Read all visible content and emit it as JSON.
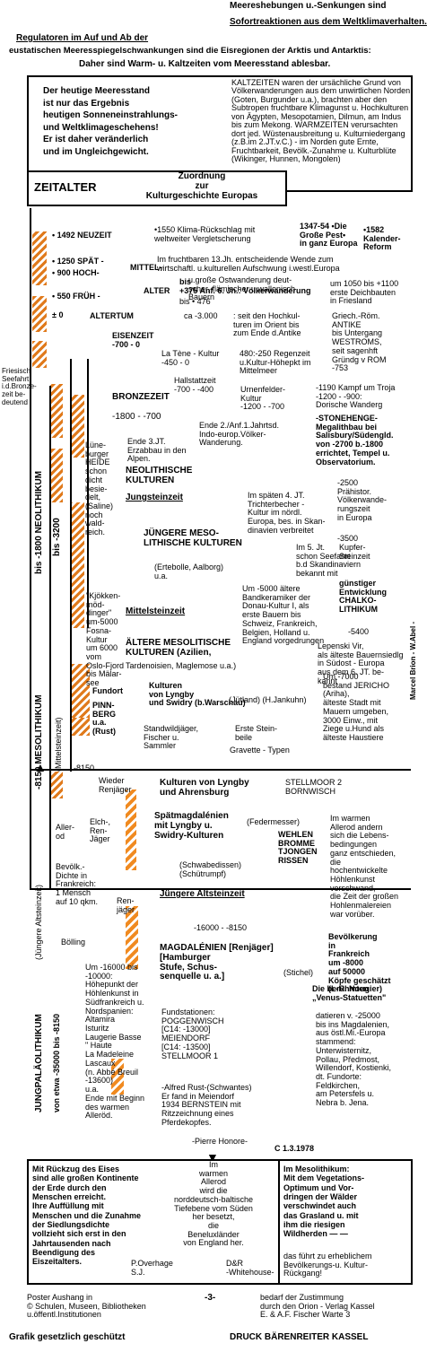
{
  "header": {
    "right_title": "Meereshebungen u.-Senkungen sind",
    "right_title2": "Sofortreaktionen aus dem Weltklimaverhalten.",
    "left_title": "Regulatoren im Auf und Ab der",
    "line2": "eustatischen Meeresspiegelschwankungen sind die Eisregionen der Arktis und Antarktis:",
    "line3": "Daher sind Warm- u. Kaltzeiten vom Meeresstand ablesbar."
  },
  "intro": {
    "left": "Der heutige Meeresstand\nist nur das Ergebnis\nheutigen Sonneneinstrahlungs-\nund Weltklimageschehens!\nEr ist daher veränderlich\nund im Ungleichgewicht.",
    "right": "KALTZEITEN waren der ursächliche Grund von Völkerwanderungen aus dem unwirtlichen Norden (Goten, Burgunder u.a.), brachten aber den Subtropen fruchtbare Klimagunst u. Hochkulturen von Ägypten, Mesopotamien, Dilmun, am Indus bis zum Mekong. WARMZEITEN verursachten dort jed. Wüstenausbreitung u. Kulturniedergang (z.B.im 2.JT.v.C.) - im Norden gute Ernte, Fruchtbarkeit, Bevölk.-Zunahme u. Kulturblüte (Wikinger, Hunnen, Mongolen)"
  },
  "zeitalter": {
    "label": "ZEITALTER",
    "zuordnung": "Zuordnung\nzur\nKulturgeschichte Europas"
  },
  "timeline": {
    "neuzeit": "• 1492 NEUZEIT",
    "spaet": "• 1250 SPÄT -",
    "hoch": "• 900 HOCH-",
    "mittel": "MITTEL-",
    "alter": "ALTER",
    "frueh": "• 550 FRÜH -",
    "null": "± 0",
    "altertum": "ALTERTUM",
    "bis476": "bis • 476",
    "ca3000": "ca -3.000",
    "eisenzeit": "EISENZEIT\n-700 - 0",
    "bronzezeit": "BRONZEZEIT",
    "bronze_dates": "-1800 - -700",
    "neolith": "NEOLITHISCHE\nKULTUREN",
    "jungstein": "Jungsteinzeit",
    "mesolith": "JÜNGERE MESO-\nLITHISCHE KULTUREN",
    "ertebolle": "(Ertebolle, Aalborg)\nu.a.",
    "mittelstein": "Mittelsteinzeit",
    "aeltere_meso": "ÄLTERE MESOLITISCHE\nKULTUREN (Azilien,",
    "tardenoisien": "Tardenoisien, Maglemose u.a.)",
    "lyngby": "Kulturen\nvon Lyngby\nund Swidry (b.Warschau)",
    "juetland": "(Jütland)   (H.Jankuhn)",
    "standwild": "Standwildjäger,\nFischer u.\nSammler",
    "erste_stein": "Erste Stein-\nbeile",
    "gravette": "Gravette - Typen",
    "m8150": "-8150",
    "wieder": "Wieder\nRenjäger",
    "lyngby2": "Kulturen von Lyngby\nund Ahrensburg",
    "stellmoor2": "STELLMOOR 2\nBORNWISCH",
    "spaetmag": "Spätmagdalénien\nmit Lyngby u.\nSwidry-Kulturen",
    "federmesser": "(Federmesser)",
    "wehlen": "WEHLEN\nBROMME\nTJONGEN\nRISSEN",
    "schwabe": "(Schwabedissen)\n(Schütrumpf)",
    "juengere_alt": "Jüngere Altsteinzeit",
    "magdalenien_dates": "-16000 - -8150",
    "magdalenien": "MAGDALÉNIEN [Renjäger]\n[Hamburger\nStufe, Schus-\nsenquelle u. a.]",
    "stichel": "(Stichel)",
    "fundstationen": "Fundstationen:\nPOGGENWISCH\n[C14: -13000]\nMEIENDORF\n[C14: -13500]\nSTELLMOOR 1",
    "rust": "-Alfred Rust-(Schwantes)\nEr fand in Meiendorf\n1934 BERNSTEIN mit\nRitzzeichnung eines\nPferdekopfes.",
    "honore": "-Pierre Honore-",
    "date": "C 1.3.1978"
  },
  "leftcol": {
    "friesisch": "Friesisch\nSeefahrt\ni.d.Bronze-\nzeit be-\ndeutend",
    "lueneburger": "Lüne-\nburger\nHEIDE\nschon\ndicht\nbesie-\ndelt,\n(Saline)\nnoch\nwald-\nreich.",
    "kjoekken": "\"Kjökken-\nmöd-\ndinger\"\num-5000\nFosna-\nKultur\num 6000\nvom\nOslo-Fjord\nbis Mälar-\nsee",
    "fundort": "Fundort",
    "pinnberg": "PINN-\nBERG\nu.a.\n(Rust)",
    "allerod": "Aller-\nod",
    "elch": "Elch-,\nRen-\nJäger",
    "bevoelk": "Bevölk.-\nDichte in\nFrankreich:\n1 Mensch\nauf 10 qkm.",
    "renjaeger": "Ren-\njäger",
    "boelling": "Bölling",
    "hoehlenkunst": "Um -16000 bis\n-10000:\nHöhepunkt der\nHöhlenkunst in\nSüdfrankreich u.\nNordspanien:\nAltamira\nIsturitz\nLaugerie Basse\n\" Haute\nLa Madeleine\nLascaux\n(n. Abbé Breuil\n-13600)\nu.a.\nEnde mit Beginn\ndes warmen\nAlleröd."
  },
  "vertical": {
    "neolithikum": "bis -1800 NEOLITHIKUM",
    "bis3200": "bis -3200",
    "mesolithikum": "-8150 MESOLITHIKUM",
    "mittelsteinzeit": "(Mittelsteinzeit)",
    "jungpalaeo": "JUNGPALÄOLITHIKUM",
    "von35000": "von etwa -35000 bis -8150",
    "juengere_alt": "(Jüngere Altsteinzeit)",
    "abel": "Marcel Brion - W.Abel -"
  },
  "rightcol": {
    "klima_1550": "•1550 Klima-Rückschlag mit\nweltweiter Vergletscherung",
    "pest": "1347-54 •Die\nGroße Pest•\nin ganz Europa",
    "kalender": "•1582\nKalender-\nReform",
    "fruchtbar": "Im fruchtbaren 13.Jh. entscheidende Wende zum\nwirtschaftl. u.kulturellen Aufschwung i.westl.Europa",
    "ostwanderung": "u.große Ostwanderung deut-\nscher, flämischer u.wallonisch\nBauern",
    "deichbauten": "um 1050 bis +1100\nerste Deichbauten\nin Friesland",
    "voelkerwanderung": "bis\n+375 Anf. 6. Jh.: Völkerwanderung",
    "hochkultur": ": seit den Hochkul-\nturen im Orient bis\nzum Ende d.Antike",
    "antike": "Griech.-Röm.\nANTIKE\nbis Untergang\nWESTROMS,\nseit sagenhft\nGründg v ROM\n-753",
    "latene": "La Tène - Kultur\n-450 - 0",
    "regenzeit": "480:-250 Regenzeit\nu.Kultur-Höhepkt im\nMittelmeer",
    "hallstatt": "Hallstattzeit\n-700 - -400",
    "urnenfelder": "Urnenfelder-\nKultur\n-1200 - -700",
    "troja": "-1190 Kampf um Troja\n-1200 - -900:\nDorische Wanderg",
    "stonehenge": "-STONEHENGE-\nMegalithbau bei\nSalisbury/Südengld.\nvon -2700 b.-1800\nerrichtet, Tempel u.\nObservatorium.",
    "ende2jt": "Ende 2./Anf.1.Jahrtsd.\nIndo-europ.Völker-\nWanderung.",
    "ende3jt": "Ende 3.JT.\nErzabbau in den\nAlpen.",
    "prahistor": "-2500\nPrähistor.\nVölkerwande-\nrungszeit\nin Europa",
    "trichter": "Im späten 4. JT.\nTrichterbecher -\nKultur im nördl.\nEuropa, bes. in Skan-\ndinavien verbreitet",
    "m3500": "-3500",
    "kupfer": "Kupfer-\nSteinzeit",
    "seefahrt": "Im 5. Jt.\nschon Seefahrt\nb.d Skandinaviern\nbekannt mit",
    "guenstig": "günstiger\nEntwicklung\nCHALKO-\nLITHIKUM",
    "m5400": "-5400",
    "bandkeramik": "Um -5000 ältere\nBandkeramiker der\nDonau-Kultur I, als\nerste Bauern bis\nSchweiz, Frankreich,\nBelgien, Holland u.\nEngland vorgedrungen",
    "lepenski": "Lepenski Vir,\nals älteste Bauernsiedlg\nin Südost - Europa\naus dem 6. JT. be-\nkannt",
    "jericho": "Um -7000\nbestand JERICHO\n(Ariha),\nälteste Stadt mit\nMauern umgeben,\n3000 Einw., mit\nZiege u.Hund als\nälteste Haustiere",
    "warmen_alleroed": "Im warmen\nAllerod andern\nsich die Lebens-\nbedingungen\nganz entschieden,\ndie\nhochentwickelte\nHöhlenkunst\nverschwand,\ndie Zeit der großen\nHohlenmalereien\nwar vorüber.",
    "bevoelkerung": "Bevölkerung\nin\nFrankreich\num -8000\nauf 50000\nKöpfe geschätzt\n(L-R. Nougier)",
    "venus": "Die berühmten\n„Venus-Statuetten\"",
    "venus_text": "datieren v. -25000\nbis ins Magdalenien,\naus östl.Mi.-Europa\nstammend:\nUnterwisternitz,\nPollau, Předmost,\nWillendorf, Kostienki,\ndt. Fundorte:\nFeldkirchen,\nam Petersfels u.\nNebra b. Jena."
  },
  "footer": {
    "left": "Mit Rückzug des Eises\nsind alle großen Kontinente\nder Erde durch den\nMenschen erreicht.\nIhre Auffüllung mit\nMenschen und die Zunahme\nder Siedlungsdichte\nvollzieht sich erst in den\nJahrtausenden nach\nBeendigung des\nEiszeitalters.",
    "middle": "Im\nwarmen\nAllerod\nwird die\nnorddeutsch-baltische\nTiefebene vom Süden\nher besetzt,\ndie\nBeneluxländer\nvon England her.",
    "poverhage": "P.Overhage\nS.J.",
    "right": "Im Mesolithikum:\nMit dem Vegetations-\nOptimum und Vor-\ndringen der Wälder\nverschwindet auch\ndas Grasland u. mit\nihm die riesigen\nWildherden — —",
    "right2": "das führt zu erheblichem\nBevölkerungs-u. Kultur-\nRückgang!",
    "dr": "D&R\n-Whitehouse-",
    "bottom_left": "Poster Aushang in\n© Schulen, Museen, Bibliotheken\nu.öffentl.Institutionen",
    "bottom_mid": "-3-",
    "bottom_right": "bedarf der Zustimmung\ndurch den Orion - Verlag Kassel\nE. & A.F. Fischer Warte 3",
    "grafik": "Grafik gesetzlich geschützt",
    "druck": "DRUCK BÄRENREITER KASSEL"
  }
}
